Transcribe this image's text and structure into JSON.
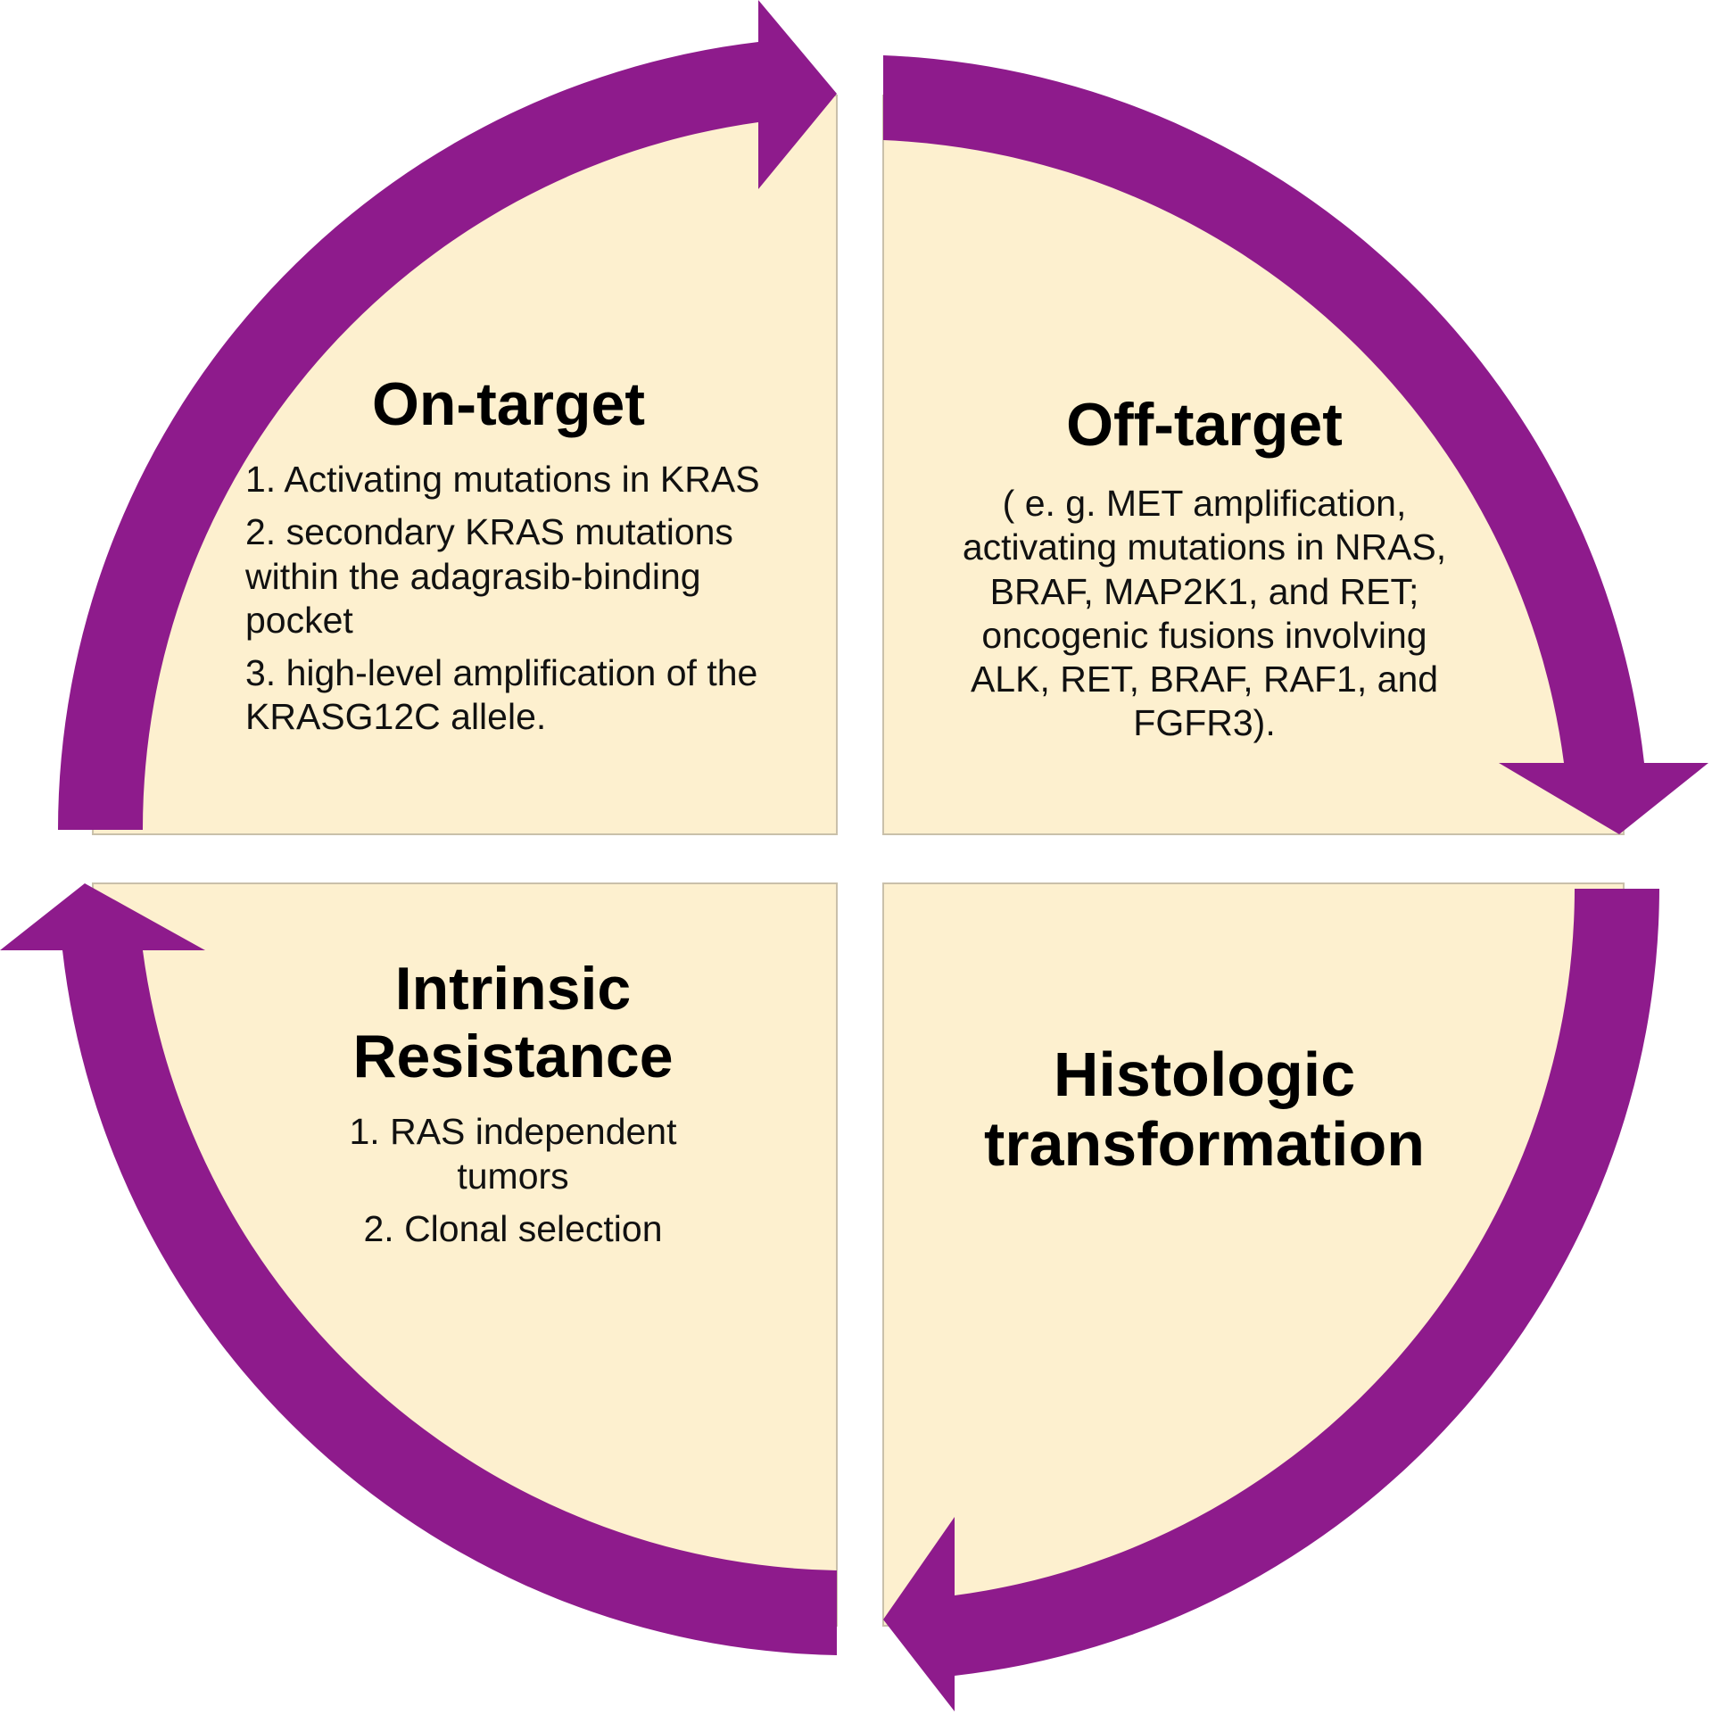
{
  "colors": {
    "arrow": "#8e1b8c",
    "panel": "#fdf0cf",
    "panel_edge": "#c9c0aa",
    "text": "#000000"
  },
  "quadrants": {
    "on_target": {
      "title": "On-target",
      "items": [
        "1. Activating mutations in KRAS",
        "2. secondary KRAS mutations within the adagrasib-binding pocket",
        "3. high-level amplification of the KRASG12C allele."
      ]
    },
    "off_target": {
      "title": "Off-target",
      "description": "( e. g. MET amplification, activating mutations in NRAS, BRAF, MAP2K1, and RET; oncogenic fusions involving ALK, RET, BRAF, RAF1, and FGFR3)."
    },
    "intrinsic": {
      "title_line1": "Intrinsic",
      "title_line2": "Resistance",
      "items": [
        "1. RAS independent tumors",
        "2. Clonal selection"
      ]
    },
    "histologic": {
      "title_line1": "Histologic",
      "title_line2": "transformation"
    }
  }
}
